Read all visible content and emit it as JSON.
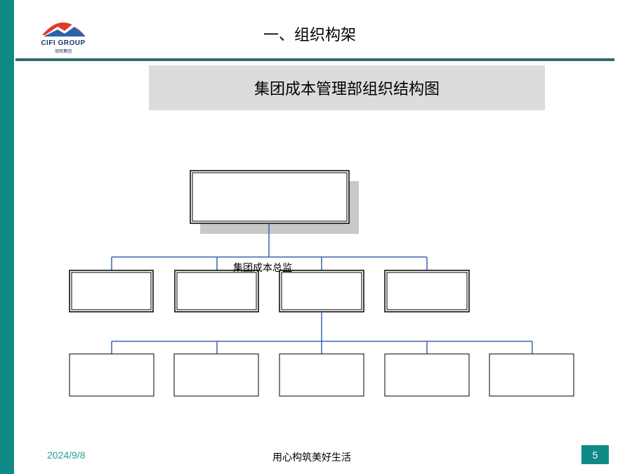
{
  "header": {
    "title": "一、组织构架",
    "logo": {
      "name": "CIFI GROUP",
      "sub": "旭辉集团"
    }
  },
  "banner": {
    "title": "集团成本管理部组织结构图"
  },
  "org_chart": {
    "top_box_label": "",
    "mid_label": "集团成本总监"
  },
  "footer": {
    "date": "2024/9/8",
    "slogan": "用心构筑美好生活",
    "page_number": "5"
  },
  "colors": {
    "teal": "#0f8a86",
    "rule": "#2e6d6a",
    "connector": "#3a66b0",
    "banner_bg": "#dcdcdc",
    "shadow": "#c8c8c8"
  }
}
